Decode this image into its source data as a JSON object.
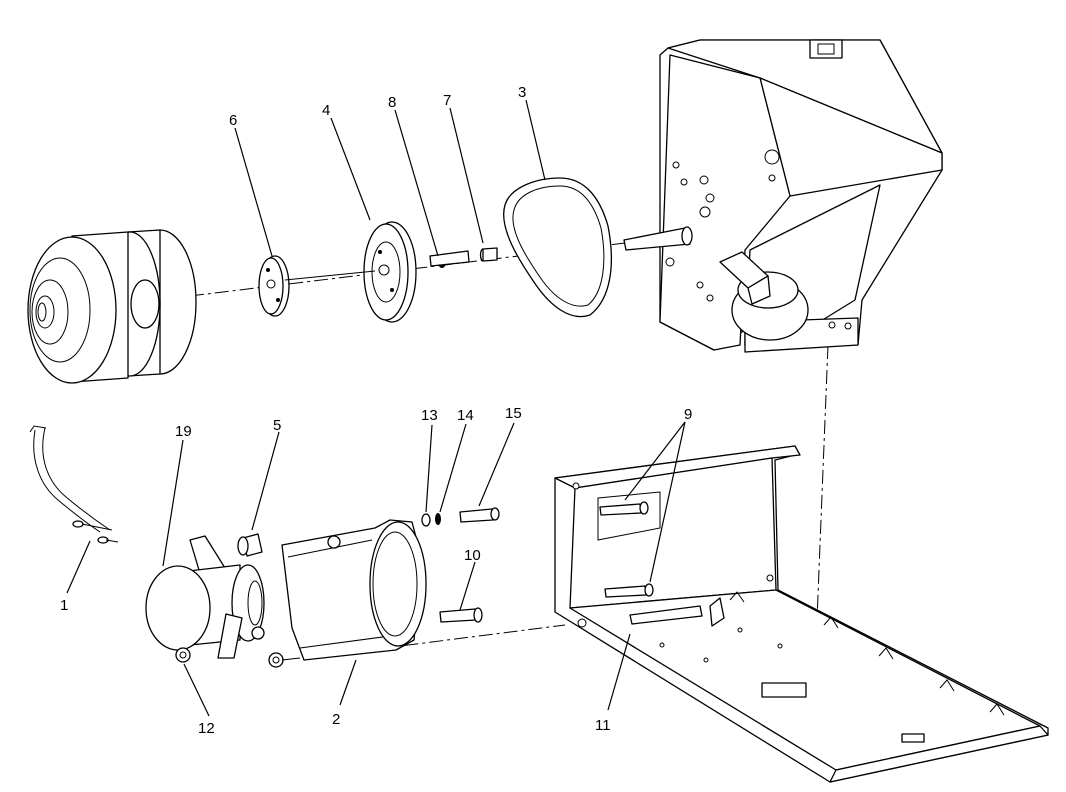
{
  "callouts": [
    {
      "id": "1",
      "label": "1"
    },
    {
      "id": "2",
      "label": "2"
    },
    {
      "id": "3",
      "label": "3"
    },
    {
      "id": "4",
      "label": "4"
    },
    {
      "id": "5",
      "label": "5"
    },
    {
      "id": "6",
      "label": "6"
    },
    {
      "id": "7",
      "label": "7"
    },
    {
      "id": "8",
      "label": "8"
    },
    {
      "id": "9",
      "label": "9"
    },
    {
      "id": "10",
      "label": "10"
    },
    {
      "id": "11",
      "label": "11"
    },
    {
      "id": "12",
      "label": "12"
    },
    {
      "id": "13",
      "label": "13"
    },
    {
      "id": "14",
      "label": "14"
    },
    {
      "id": "15",
      "label": "15"
    },
    {
      "id": "19",
      "label": "19"
    }
  ],
  "colors": {
    "line": "#000000",
    "background": "#ffffff"
  }
}
